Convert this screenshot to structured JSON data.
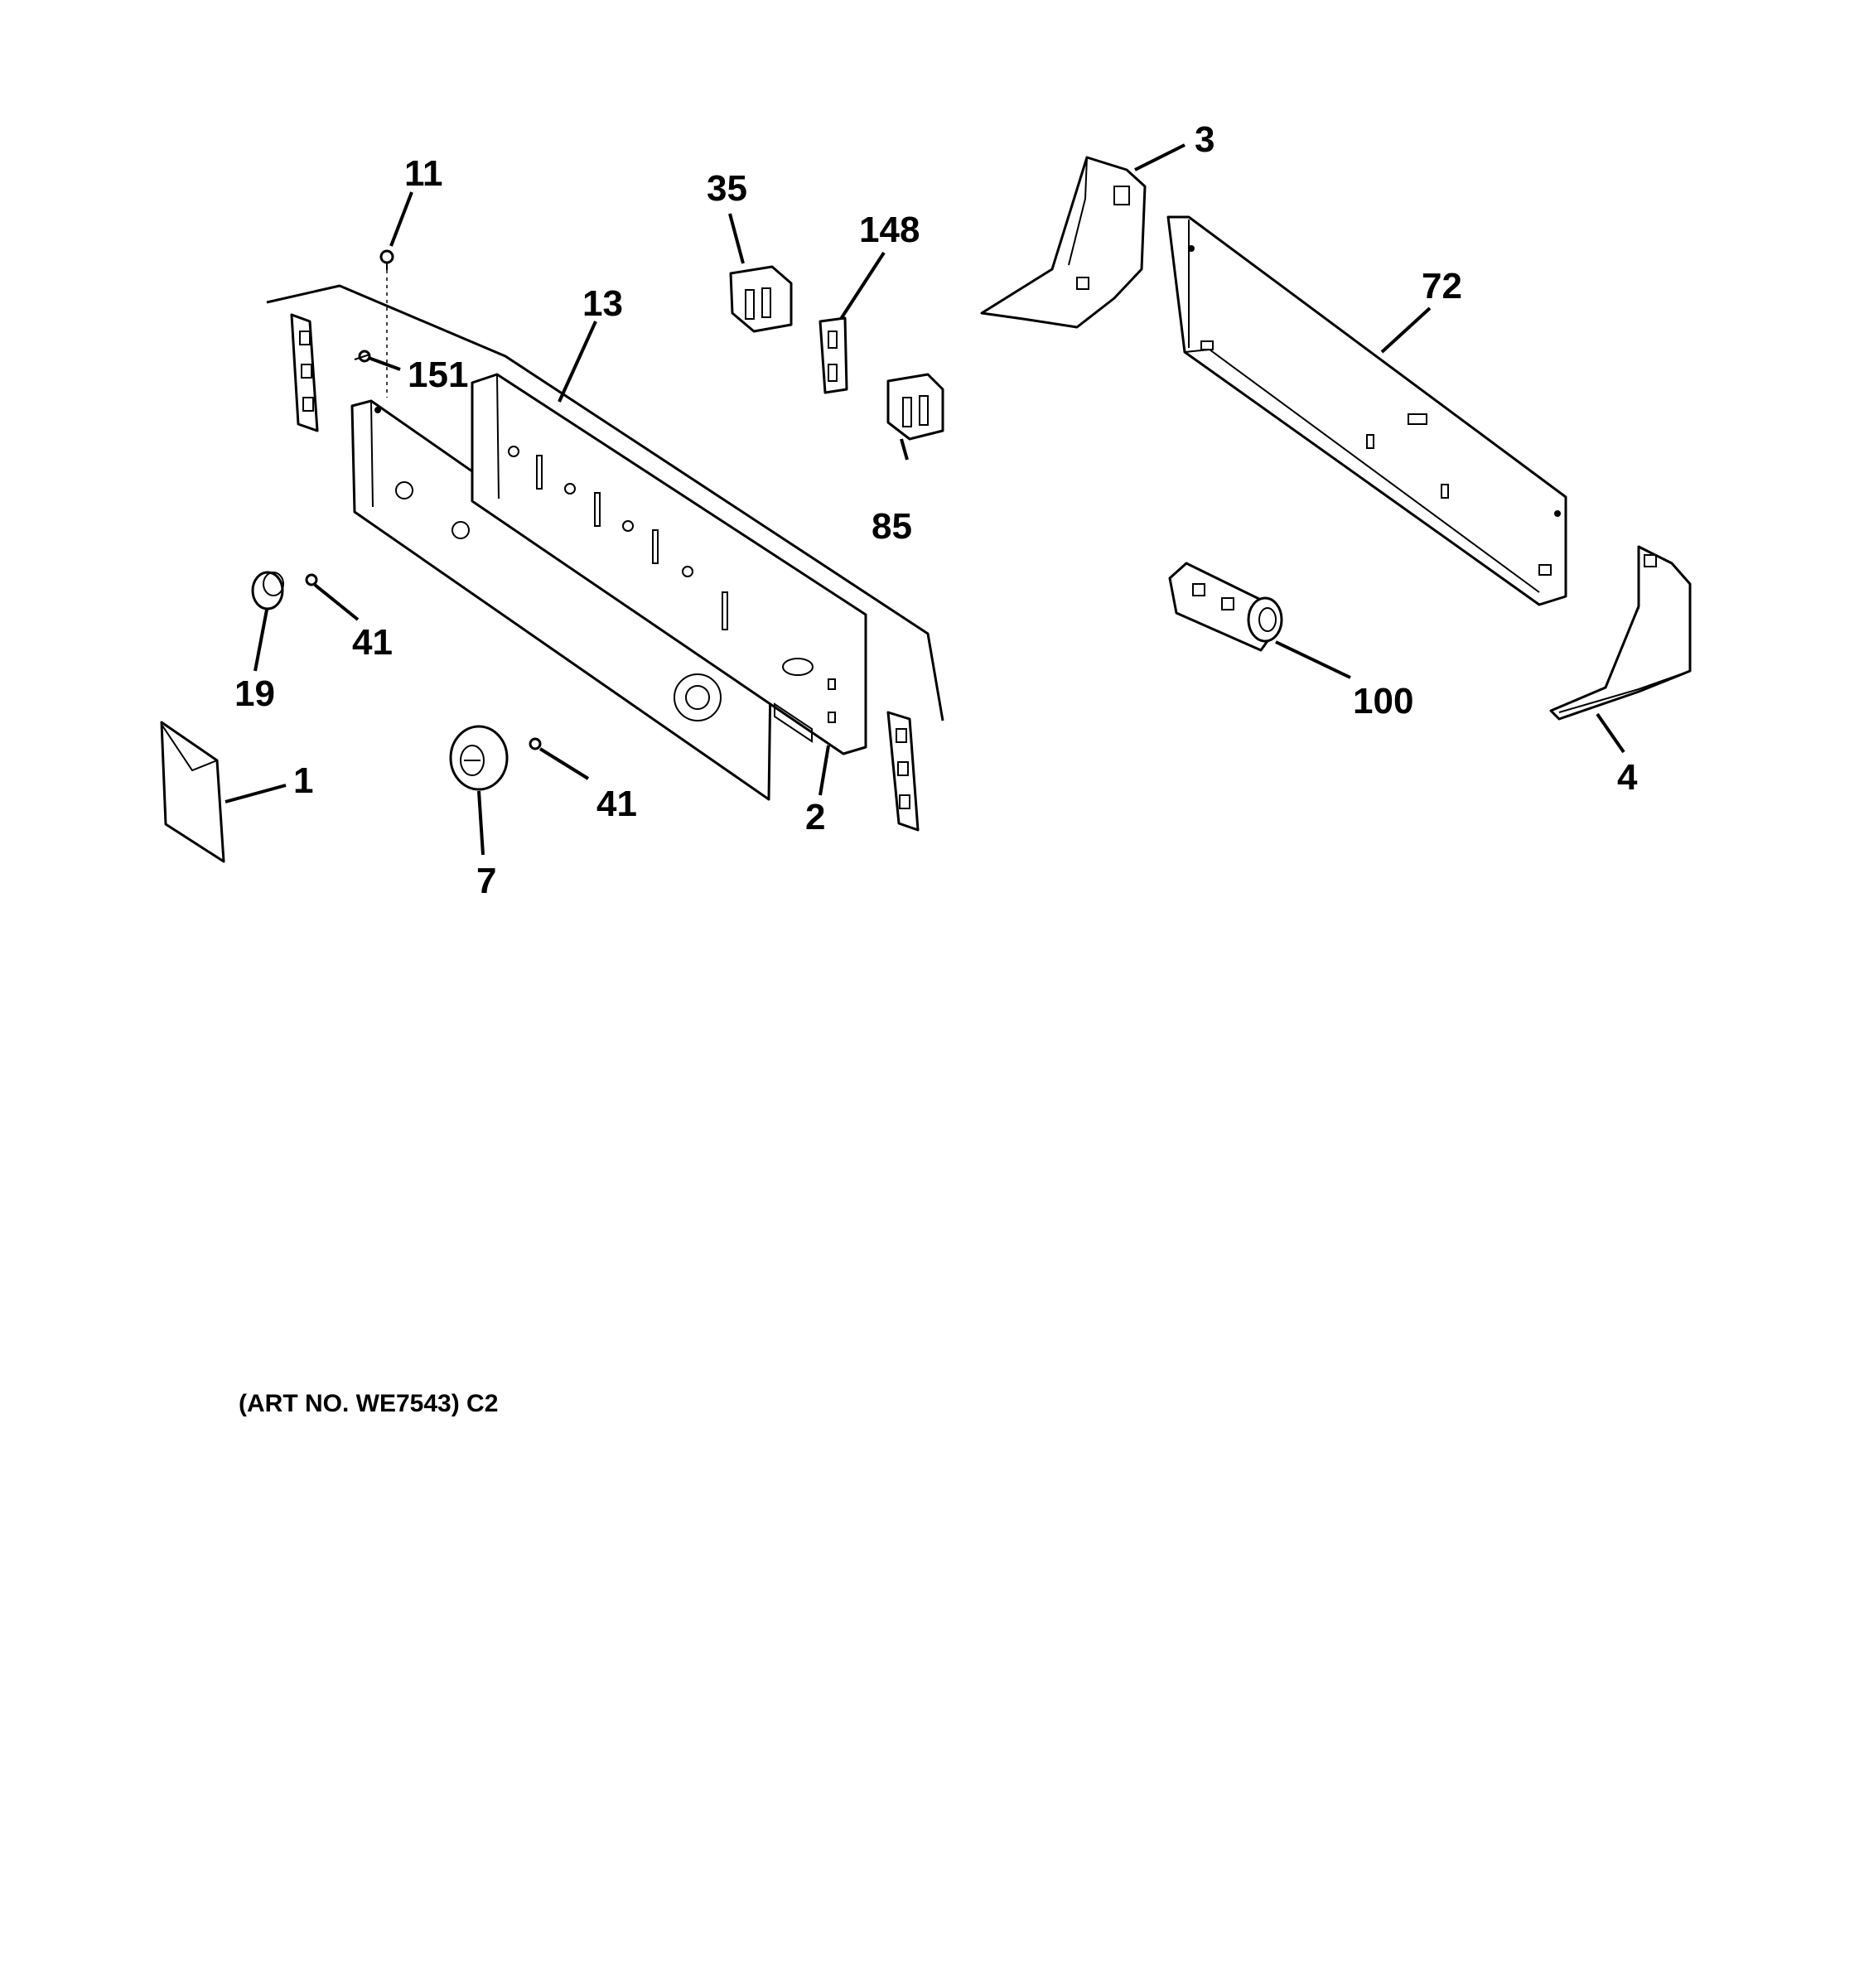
{
  "callouts": {
    "c1": "1",
    "c2": "2",
    "c3": "3",
    "c4": "4",
    "c7": "7",
    "c11": "11",
    "c13": "13",
    "c19": "19",
    "c35": "35",
    "c41a": "41",
    "c41b": "41",
    "c72": "72",
    "c85": "85",
    "c100": "100",
    "c148": "148",
    "c151": "151"
  },
  "art_number": "(ART NO. WE7543) C2"
}
